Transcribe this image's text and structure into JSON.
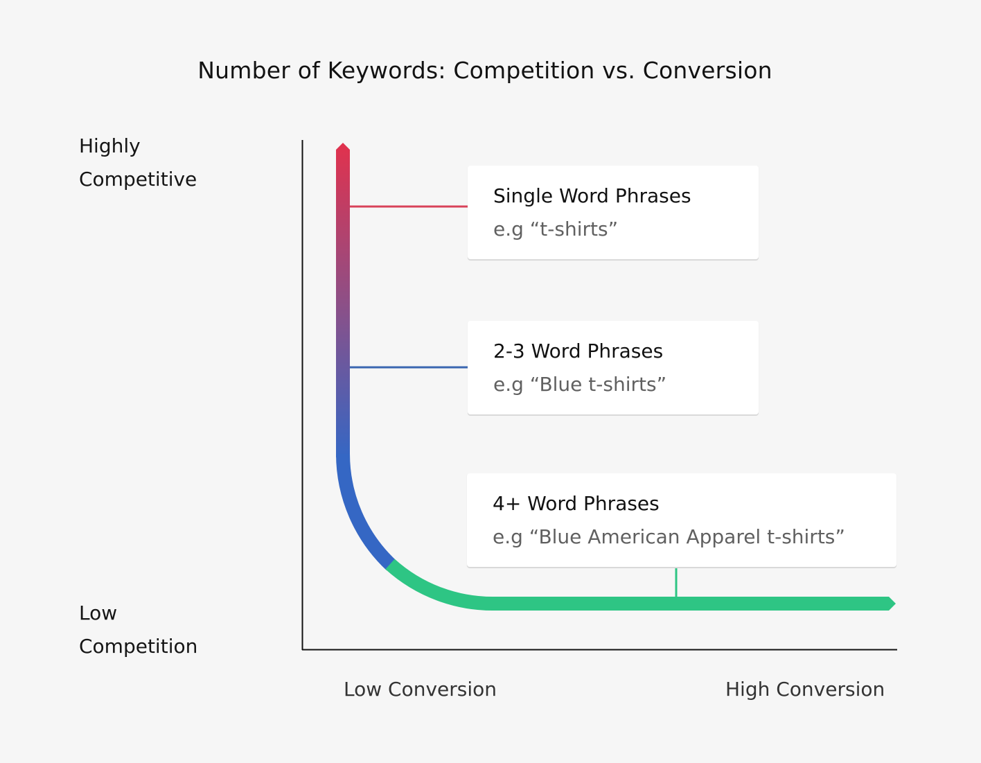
{
  "title": "Number of Keywords: Competition vs. Conversion",
  "y_axis": {
    "top_label": [
      "Highly",
      "Competitive"
    ],
    "bottom_label": [
      "Low",
      "Competition"
    ]
  },
  "x_axis": {
    "low_label": "Low Conversion",
    "high_label": "High Conversion"
  },
  "cards": [
    {
      "title": "Single Word Phrases",
      "example": "e.g “t-shirts”",
      "connector_color": "#d84259"
    },
    {
      "title": "2-3 Word Phrases",
      "example": "e.g “Blue t-shirts”",
      "connector_color": "#3a66b0"
    },
    {
      "title": "4+ Word Phrases",
      "example": "e.g “Blue American Apparel t-shirts”",
      "connector_color": "#2ec584"
    }
  ],
  "colors": {
    "curve_top": "#e0324e",
    "curve_middle": "#8e4f86",
    "curve_lower": "#3567c4",
    "curve_bottom": "#2ec584",
    "axis": "#111111",
    "background": "#f6f6f6"
  }
}
